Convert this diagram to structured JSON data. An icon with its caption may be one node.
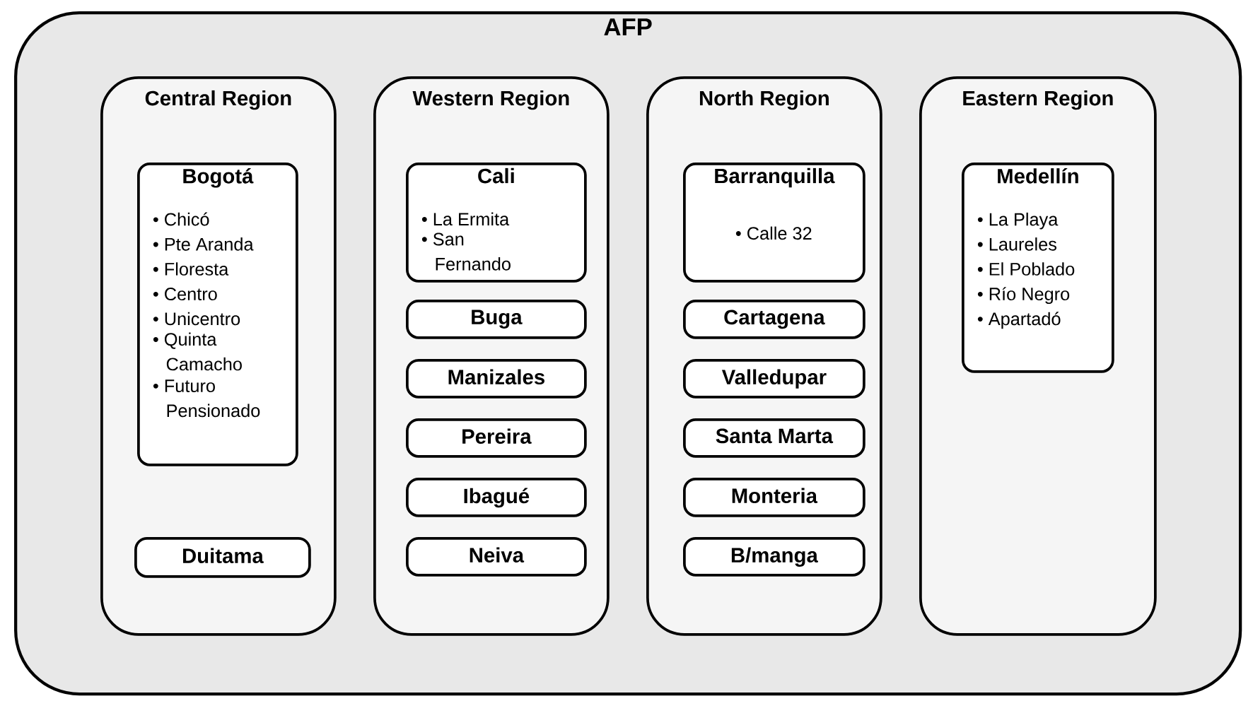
{
  "diagram": {
    "nodes": [
      {
        "text": [
          "AFP"
        ]
      },
      {
        "text": [
          "Central Region"
        ],
        "in": 0
      },
      {
        "text": [
          "Bogotá",
          "• Chicó",
          "• Pte Aranda",
          "• Floresta",
          "• Centro",
          "• Unicentro",
          "• Quinta Camacho",
          "• Futuro Pensionado"
        ],
        "in": 1
      },
      {
        "text": [
          "Duitama"
        ],
        "in": 1
      },
      {
        "text": [
          "Western Region"
        ],
        "in": 0
      },
      {
        "text": [
          "Cali",
          "• La Ermita",
          "• San Fernando"
        ],
        "in": 4
      },
      {
        "text": [
          "Buga"
        ],
        "in": 4
      },
      {
        "text": [
          "Manizales"
        ],
        "in": 4
      },
      {
        "text": [
          "Pereira"
        ],
        "in": 4
      },
      {
        "text": [
          "Ibagué"
        ],
        "in": 4
      },
      {
        "text": [
          "Neiva"
        ],
        "in": 4
      },
      {
        "text": [
          "North Region"
        ],
        "in": 0
      },
      {
        "text": [
          "Barranquilla",
          "• Calle 32"
        ],
        "in": 11
      },
      {
        "text": [
          "Cartagena"
        ],
        "in": 11
      },
      {
        "text": [
          "Valledupar"
        ],
        "in": 11
      },
      {
        "text": [
          "Santa Marta"
        ],
        "in": 11
      },
      {
        "text": [
          "Monteria"
        ],
        "in": 11
      },
      {
        "text": [
          "B/manga"
        ],
        "in": 11
      },
      {
        "text": [
          "Eastern Region"
        ],
        "in": 0
      },
      {
        "text": [
          "Medellín",
          "• La Playa",
          "• Laureles",
          "• El Poblado",
          "• Río Negro",
          "• Apartadó"
        ],
        "in": 18
      }
    ]
  }
}
